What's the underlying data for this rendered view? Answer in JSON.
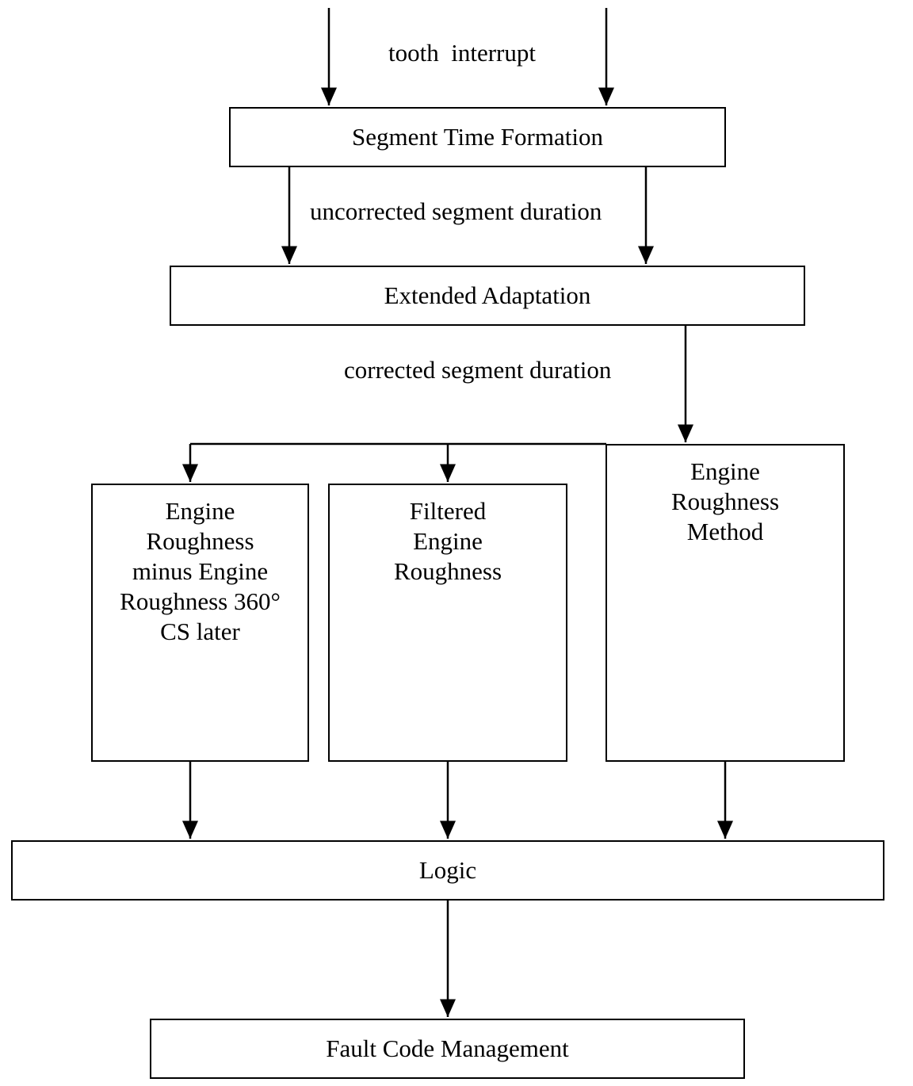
{
  "diagram": {
    "nodes": {
      "segment_time_formation": "Segment Time Formation",
      "extended_adaptation": "Extended Adaptation",
      "er_minus_er360": "Engine\nRoughness\nminus Engine\nRoughness 360°\nCS later",
      "filtered_er": "Filtered\nEngine\nRoughness",
      "er_method": "Engine\nRoughness\nMethod",
      "logic": "Logic",
      "fault_code_management": "Fault Code Management"
    },
    "edge_labels": {
      "tooth_interrupt": "tooth  interrupt",
      "uncorrected_segment_duration": "uncorrected segment duration",
      "corrected_segment_duration": "corrected segment duration"
    },
    "colors": {
      "line": "#000000",
      "background": "#ffffff"
    }
  }
}
